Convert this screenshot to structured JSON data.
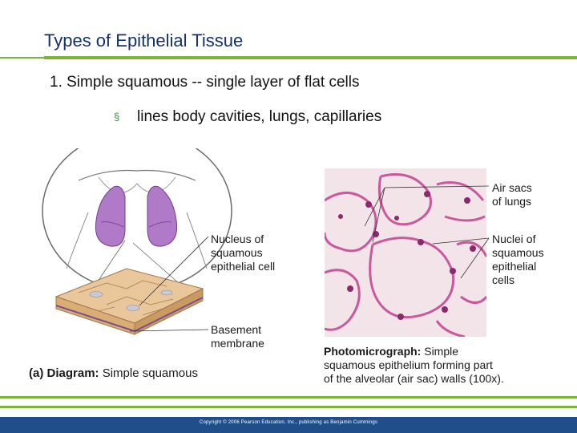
{
  "slide": {
    "title": "Types of Epithelial Tissue",
    "point1": "1. Simple squamous -- single layer of flat cells",
    "sub_bullet_mark": "§",
    "sub_point": "lines body cavities, lungs, capillaries"
  },
  "figure": {
    "labels": {
      "nucleus_l1": "Nucleus of",
      "nucleus_l2": "squamous",
      "nucleus_l3": "epithelial cell",
      "basement_l1": "Basement",
      "basement_l2": "membrane",
      "diagram_caption_prefix": "(a)",
      "diagram_caption_bold": "Diagram:",
      "diagram_caption_rest": "Simple squamous",
      "airsacs_l1": "Air sacs",
      "airsacs_l2": "of lungs",
      "nuclei_l1": "Nuclei of",
      "nuclei_l2": "squamous",
      "nuclei_l3": "epithelial",
      "nuclei_l4": "cells",
      "photo_caption_bold": "Photomicrograph:",
      "photo_caption_l1_rest": "Simple",
      "photo_caption_l2": "squamous epithelium forming part",
      "photo_caption_l3": "of the alveolar (air sac) walls (100x)."
    }
  },
  "footer": {
    "copyright": "Copyright © 2006 Pearson Education, Inc., publishing as Benjamin Cummings"
  },
  "colors": {
    "title": "#14316b",
    "accent_green": "#7bb536",
    "footer_blue": "#1f4e8a",
    "lung_purple": "#b07ac8",
    "tissue_tan": "#e9c79a",
    "stain_pink": "#c9589c"
  }
}
